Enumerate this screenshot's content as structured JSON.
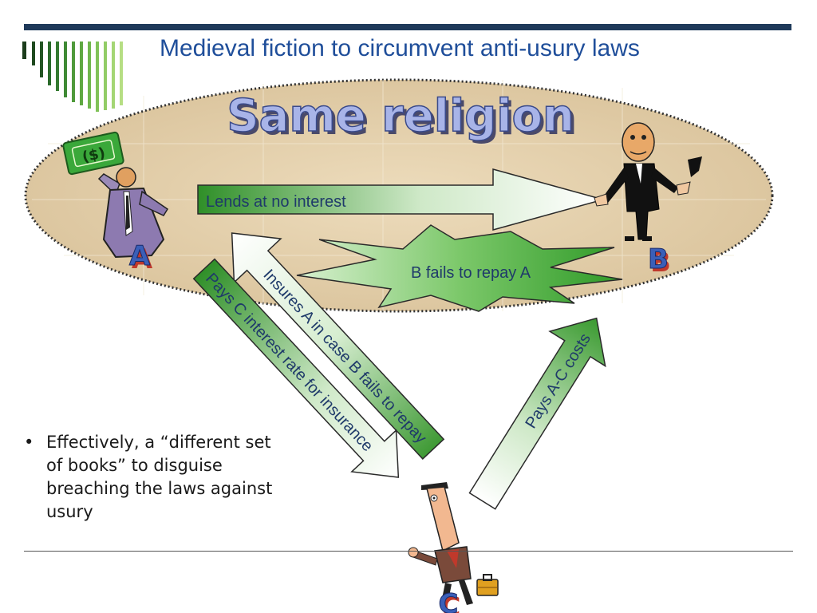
{
  "slide": {
    "title": "Medieval fiction to circumvent anti-usury laws",
    "banner": "Same religion",
    "bullet_symbol": "•",
    "bullet_text": "Effectively, a “different set of books” to disguise breaching the laws against usury"
  },
  "parties": {
    "a": "A",
    "b": "B",
    "c": "C"
  },
  "flows": {
    "lends": "Lends at no interest",
    "fails": "B fails to repay A",
    "insures": "Insures A in case B fails to repay",
    "pays_interest": "Pays C interest rate for insurance",
    "pays_costs": "Pays A-C costs"
  },
  "icons": {
    "money": "dollar-bill-icon",
    "person_a": "lender-person-icon",
    "person_b": "borrower-person-icon",
    "person_c": "insurer-person-icon",
    "briefcase": "briefcase-icon"
  },
  "colors": {
    "title": "#1f4e9a",
    "top_bar": "#1f3a5a",
    "ellipse_fill": "#e6d3b0",
    "arrow_green": "#3a9a30",
    "letter_blue": "#3a5fb8"
  }
}
